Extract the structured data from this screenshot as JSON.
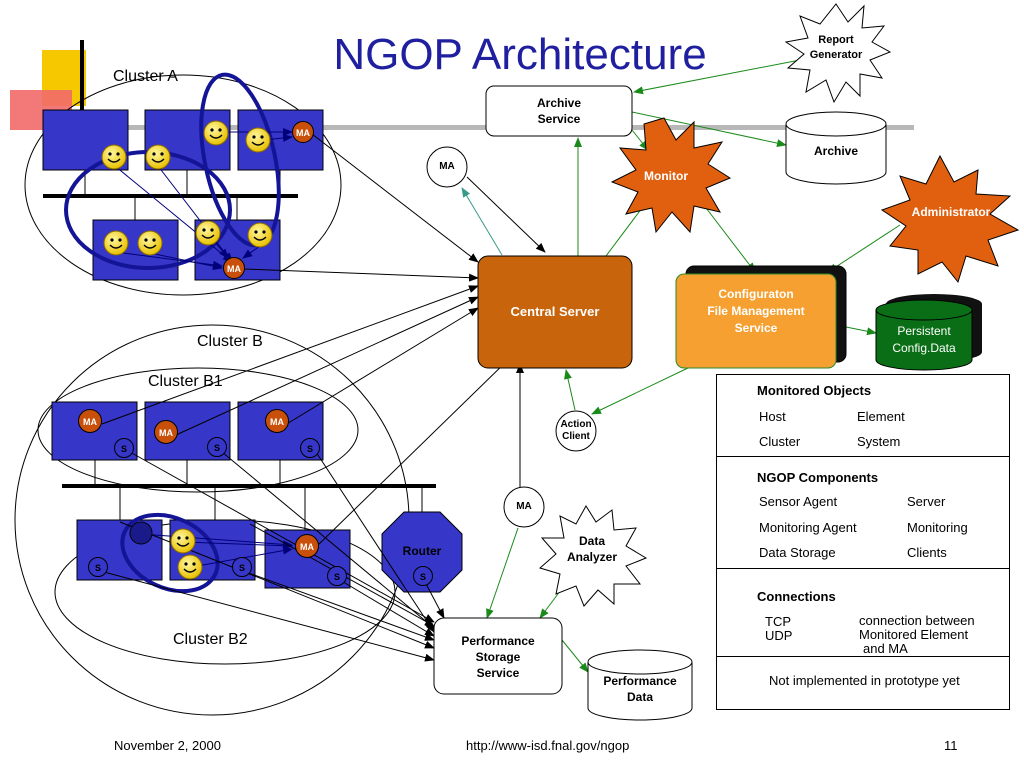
{
  "slide": {
    "title": "NGOP Architecture",
    "footer": {
      "date": "November 2, 2000",
      "url": "http://www-isd.fnal.gov/ngop",
      "page": "11"
    }
  },
  "clusters": {
    "a": "Cluster A",
    "b": "Cluster B",
    "b1": "Cluster B1",
    "b2": "Cluster B2"
  },
  "components": {
    "ma": "MA",
    "sensor": "S",
    "router": "Router",
    "archive_service_line1": "Archive",
    "archive_service_line2": "Service",
    "archive_db": "Archive",
    "report_generator_line1": "Report",
    "report_generator_line2": "Generator",
    "monitor": "Monitor",
    "administrator": "Administrator",
    "central_server": "Central Server",
    "config_line1": "Configuraton",
    "config_line2": "File Management",
    "config_line3": "Service",
    "persistent_line1": "Persistent",
    "persistent_line2": "Config.Data",
    "action_client_line1": "Action",
    "action_client_line2": "Client",
    "data_analyzer_line1": "Data",
    "data_analyzer_line2": "Analyzer",
    "perf_storage_line1": "Performance",
    "perf_storage_line2": "Storage",
    "perf_storage_line3": "Service",
    "perf_data_line1": "Performance",
    "perf_data_line2": "Data"
  },
  "legend": {
    "monitored_objects": {
      "title": "Monitored Objects",
      "host": "Host",
      "element": "Element",
      "cluster": "Cluster",
      "system": "System"
    },
    "ngop_components": {
      "title": "NGOP Components",
      "sensor_agent": "Sensor Agent",
      "server": "Server",
      "monitoring_agent": "Monitoring Agent",
      "monitoring_line1": "Monitoring",
      "monitoring_line2": "Clients",
      "data_storage": "Data Storage"
    },
    "connections": {
      "title": "Connections",
      "tcp": "TCP",
      "udp": "UDP",
      "conn_line1": "connection between",
      "conn_line2": "Monitored Element",
      "conn_line3": "and MA"
    },
    "not_implemented": "Not implemented in prototype yet"
  },
  "colors": {
    "title": "#1f1f9f",
    "host": "#3636c8",
    "server": "#c8640c",
    "config": "#f5a030",
    "storage": "#0a6e16",
    "tcp_arrow": "#1a8a1a",
    "udp_arrow": "#000000",
    "element_link": "#00007a",
    "ma": "#c8500a",
    "starburst": "#e06010"
  }
}
